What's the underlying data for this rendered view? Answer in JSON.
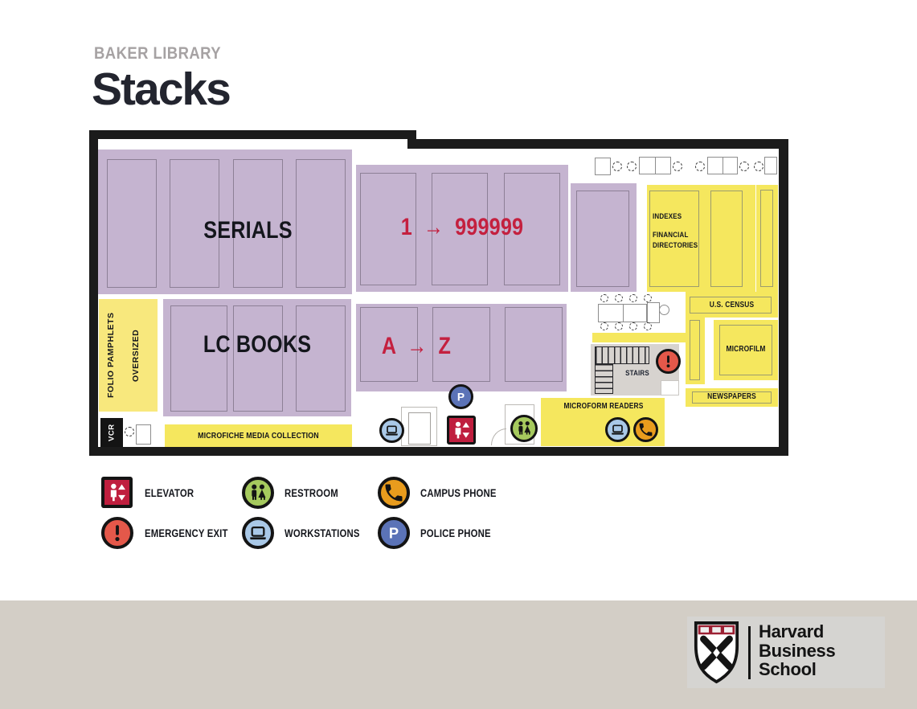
{
  "header": {
    "eyebrow": "BAKER LIBRARY",
    "title": "Stacks"
  },
  "map": {
    "areas": {
      "serials": {
        "label": "SERIALS"
      },
      "call_number_range": {
        "label": "1 → 999999"
      },
      "lc_books": {
        "label": "LC BOOKS"
      },
      "lc_range": {
        "label": "A → Z"
      },
      "indexes": {
        "lines": [
          "INDEXES",
          "FINANCIAL",
          "DIRECTORIES"
        ]
      },
      "us_census": {
        "label": "U.S. CENSUS"
      },
      "microfilm": {
        "label": "MICROFILM"
      },
      "newspapers": {
        "label": "NEWSPAPERS"
      },
      "microform_readers": {
        "label": "MICROFORM READERS"
      },
      "microfiche": {
        "label": "MICROFICHE MEDIA COLLECTION"
      },
      "folio": {
        "line1": "FOLIO  PAMPHLETS",
        "line2": "OVERSIZED"
      },
      "vcr": {
        "label": "VCR"
      },
      "stairs": {
        "label": "STAIRS"
      }
    },
    "icons": [
      "police-phone-icon",
      "elevator-icon",
      "workstations-icon",
      "restroom-icon",
      "emergency-exit-icon",
      "campus-phone-icon"
    ]
  },
  "legend": {
    "items": [
      {
        "icon": "elevator-icon",
        "label": "ELEVATOR"
      },
      {
        "icon": "emergency-exit-icon",
        "label": "EMERGENCY EXIT"
      },
      {
        "icon": "restroom-icon",
        "label": "RESTROOM"
      },
      {
        "icon": "workstations-icon",
        "label": "WORKSTATIONS"
      },
      {
        "icon": "campus-phone-icon",
        "label": "CAMPUS PHONE"
      },
      {
        "icon": "police-phone-icon",
        "label": "POLICE PHONE"
      }
    ]
  },
  "footer": {
    "brand_lines": [
      "Harvard",
      "Business",
      "School"
    ]
  },
  "colors": {
    "stack_purple": "#c5b4d0",
    "area_yellow": "#f5e75e",
    "folio_yellow": "#f8e87d",
    "range_red": "#c4203f",
    "elevator_red": "#bf1e3e",
    "emergency_red": "#e4584a",
    "restroom_green": "#a6ca5e",
    "workstation_blue": "#a9c8e7",
    "police_blue": "#5b73b7",
    "phone_orange": "#e99c1d",
    "wall_black": "#1b1b1b",
    "stairs_gray": "#d7d3cf",
    "footer_band": "#d3cec6"
  }
}
